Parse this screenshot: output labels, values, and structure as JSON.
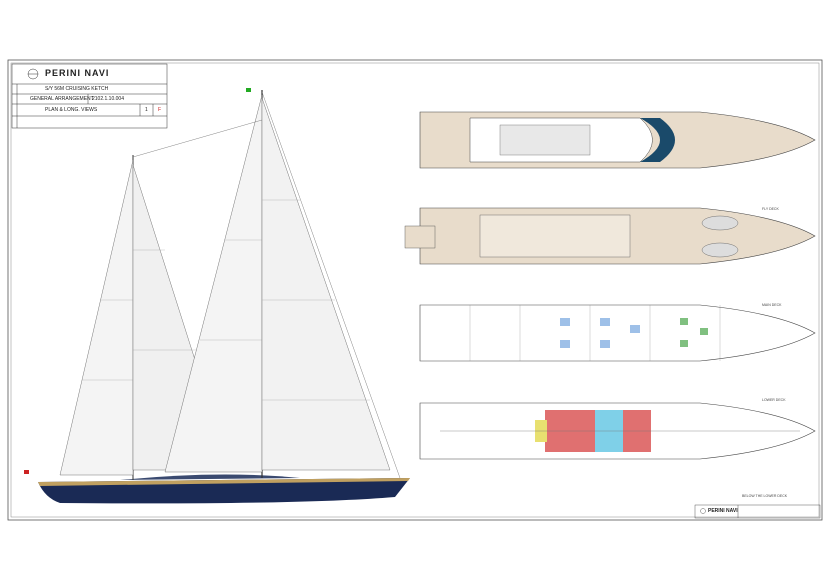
{
  "title_block": {
    "company": "PERINI NAVI",
    "vessel": "S/Y 56M   CRUISING KETCH",
    "drawing_title": "GENERAL ARRANGEMENT",
    "drawing_number": "2102.1.10.004",
    "subtitle": "PLAN & LONG. VIEWS",
    "sheet": "1",
    "revision": "F"
  },
  "views": {
    "fly_deck": "FLY DECK",
    "main_deck": "MAIN DECK",
    "lower_deck": "LOWER DECK",
    "below_lower_deck": "BELOW THE LOWER DECK"
  },
  "footer_block": {
    "company": "PERINI NAVI"
  },
  "colors": {
    "hull": "#1a2a55",
    "deck": "#e8dccb",
    "tank_red": "#e07070",
    "tank_blue": "#7fd0e8",
    "tank_yellow": "#e8e070"
  }
}
